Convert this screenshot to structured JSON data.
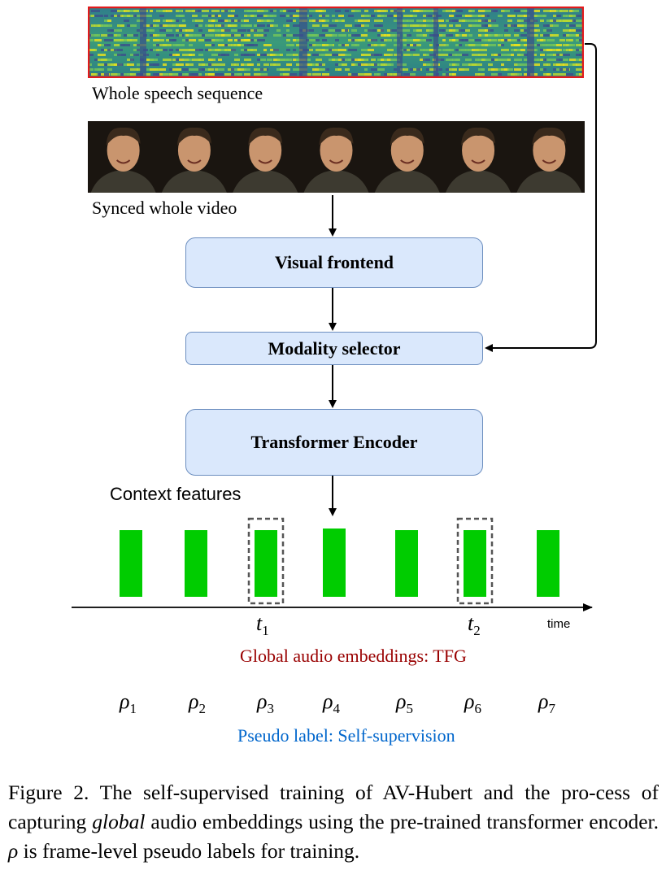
{
  "figure": {
    "spectrogram_label": "Whole speech sequence",
    "video_label": "Synced whole video",
    "boxes": {
      "visual_frontend": "Visual frontend",
      "modality_selector": "Modality selector",
      "transformer_encoder": "Transformer Encoder"
    },
    "context_features_label": "Context features",
    "time_label": "time",
    "t1_label": "t",
    "t1_sub": "1",
    "t2_label": "t",
    "t2_sub": "2",
    "global_audio_label": "Global audio embeddings: TFG",
    "pseudo_label": "Pseudo label: Self-supervision",
    "rho_symbol": "ρ",
    "rho_subscripts": [
      "1",
      "2",
      "3",
      "4",
      "5",
      "6",
      "7"
    ],
    "feature_count": 7,
    "highlighted_features": [
      3,
      6
    ],
    "video_frame_count": 7,
    "colors": {
      "box_fill": "#dae8fc",
      "box_border": "#6c8ebf",
      "feature_bar": "#00cc00",
      "spectrogram_border": "#e31a1c",
      "global_text": "#990000",
      "pseudo_text": "#0066cc"
    }
  },
  "caption": {
    "prefix": "Figure 2.  The self-supervised training of AV-Hubert and the pro-cess of capturing ",
    "emphasis": "global",
    "suffix": " audio embeddings using the pre-trained transformer encoder. ",
    "rho": "ρ",
    "end": " is frame-level pseudo labels for training."
  }
}
